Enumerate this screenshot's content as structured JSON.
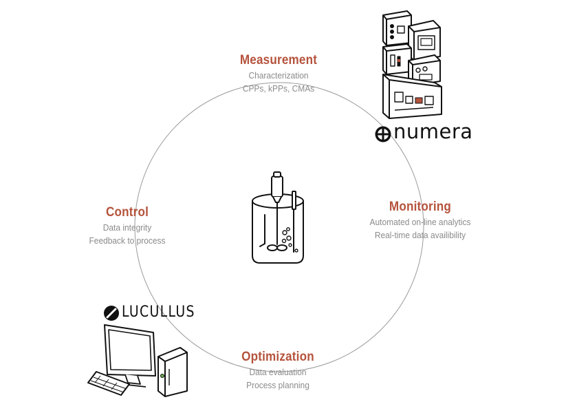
{
  "colors": {
    "title_color": "#b5533c",
    "text_color": "#8a8a8a",
    "circle_color": "#9a9a9a",
    "ink": "#111111"
  },
  "stages": {
    "measurement": {
      "title": "Measurement",
      "lines": [
        "Characterization",
        "CPPs, kPPs, CMAs"
      ]
    },
    "monitoring": {
      "title": "Monitoring",
      "lines": [
        "Automated on-line analytics",
        "Real-time data availibility"
      ]
    },
    "optimization": {
      "title": "Optimization",
      "lines": [
        "Data evaluation",
        "Process planning"
      ]
    },
    "control": {
      "title": "Control",
      "lines": [
        "Data integrity",
        "Feedback to process"
      ]
    }
  },
  "brands": {
    "numera": "numera",
    "lucullus": "LUCULLUS"
  },
  "icons": {
    "center": "bioreactor-icon",
    "top_right": "analyzer-modules-icon",
    "bottom_left": "computer-workstation-icon"
  }
}
